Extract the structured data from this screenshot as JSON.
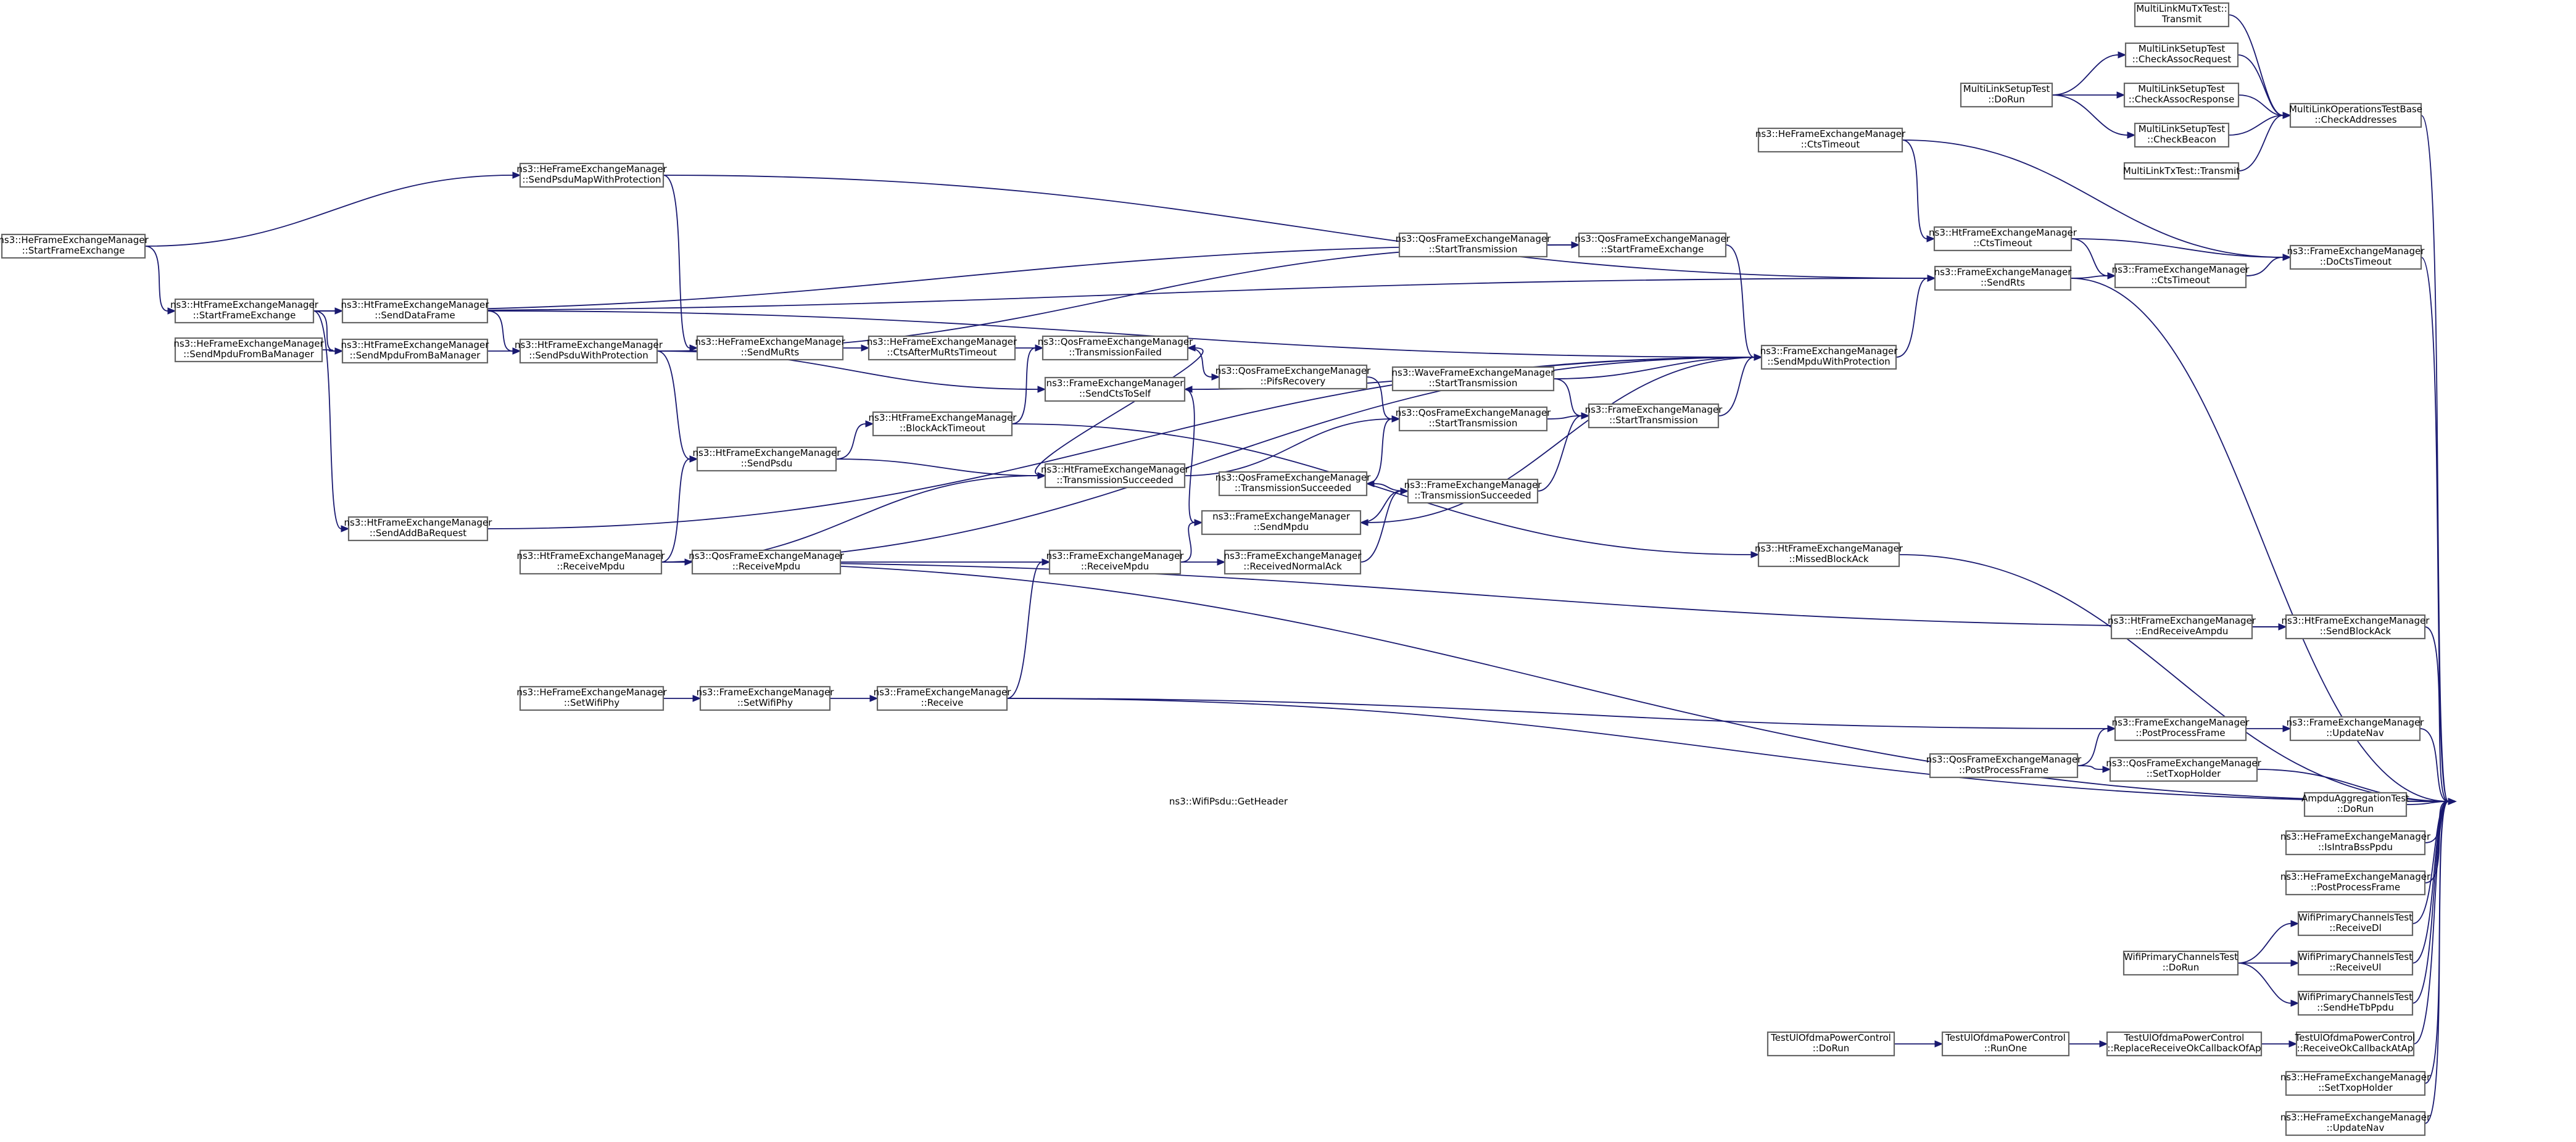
{
  "graph": {
    "root": "ns3::WifiPsdu::GetHeader",
    "nodes": [
      {
        "id": "root",
        "lines": [
          "ns3::WifiPsdu::GetHeader"
        ]
      },
      {
        "id": "mlmu_transmit",
        "lines": [
          "MultiLinkMuTxTest::",
          "Transmit"
        ]
      },
      {
        "id": "mlsetup_assocreq",
        "lines": [
          "MultiLinkSetupTest",
          "::CheckAssocRequest"
        ]
      },
      {
        "id": "mlsetup_dorun",
        "lines": [
          "MultiLinkSetupTest",
          "::DoRun"
        ]
      },
      {
        "id": "mlsetup_assocresp",
        "lines": [
          "MultiLinkSetupTest",
          "::CheckAssocResponse"
        ]
      },
      {
        "id": "mlsetup_beacon",
        "lines": [
          "MultiLinkSetupTest",
          "::CheckBeacon"
        ]
      },
      {
        "id": "mltx_transmit",
        "lines": [
          "MultiLinkTxTest::Transmit"
        ]
      },
      {
        "id": "mlops_checkaddr",
        "lines": [
          "MultiLinkOperationsTestBase",
          "::CheckAddresses"
        ]
      },
      {
        "id": "he_ctstimeout",
        "lines": [
          "ns3::HeFrameExchangeManager",
          "::CtsTimeout"
        ]
      },
      {
        "id": "ht_ctstimeout",
        "lines": [
          "ns3::HtFrameExchangeManager",
          "::CtsTimeout"
        ]
      },
      {
        "id": "fem_ctstimeout",
        "lines": [
          "ns3::FrameExchangeManager",
          "::CtsTimeout"
        ]
      },
      {
        "id": "fem_doctstimeout",
        "lines": [
          "ns3::FrameExchangeManager",
          "::DoCtsTimeout"
        ]
      },
      {
        "id": "he_sendpsdumap",
        "lines": [
          "ns3::HeFrameExchangeManager",
          "::SendPsduMapWithProtection"
        ]
      },
      {
        "id": "he_startfe",
        "lines": [
          "ns3::HeFrameExchangeManager",
          "::StartFrameExchange"
        ]
      },
      {
        "id": "ht_startfe",
        "lines": [
          "ns3::HtFrameExchangeManager",
          "::StartFrameExchange"
        ]
      },
      {
        "id": "qos_starttx_a",
        "lines": [
          "ns3::QosFrameExchangeManager",
          "::StartTransmission"
        ]
      },
      {
        "id": "qos_startfe",
        "lines": [
          "ns3::QosFrameExchangeManager",
          "::StartFrameExchange"
        ]
      },
      {
        "id": "fem_sendrts",
        "lines": [
          "ns3::FrameExchangeManager",
          "::SendRts"
        ]
      },
      {
        "id": "ht_senddataframe",
        "lines": [
          "ns3::HtFrameExchangeManager",
          "::SendDataFrame"
        ]
      },
      {
        "id": "he_sendmpdufromba",
        "lines": [
          "ns3::HeFrameExchangeManager",
          "::SendMpduFromBaManager"
        ]
      },
      {
        "id": "ht_sendmpdufromba",
        "lines": [
          "ns3::HtFrameExchangeManager",
          "::SendMpduFromBaManager"
        ]
      },
      {
        "id": "ht_sendpsduwithprot",
        "lines": [
          "ns3::HtFrameExchangeManager",
          "::SendPsduWithProtection"
        ]
      },
      {
        "id": "he_sendmurts",
        "lines": [
          "ns3::HeFrameExchangeManager",
          "::SendMuRts"
        ]
      },
      {
        "id": "he_ctsaftermurts",
        "lines": [
          "ns3::HeFrameExchangeManager",
          "::CtsAfterMuRtsTimeout"
        ]
      },
      {
        "id": "qos_txfailed",
        "lines": [
          "ns3::QosFrameExchangeManager",
          "::TransmissionFailed"
        ]
      },
      {
        "id": "fem_sendmpduwithprot",
        "lines": [
          "ns3::FrameExchangeManager",
          "::SendMpduWithProtection"
        ]
      },
      {
        "id": "qos_pifsrecovery",
        "lines": [
          "ns3::QosFrameExchangeManager",
          "::PifsRecovery"
        ]
      },
      {
        "id": "fem_sendctstoself",
        "lines": [
          "ns3::FrameExchangeManager",
          "::SendCtsToSelf"
        ]
      },
      {
        "id": "wave_starttx",
        "lines": [
          "ns3::WaveFrameExchangeManager",
          "::StartTransmission"
        ]
      },
      {
        "id": "ht_blockacktimeout",
        "lines": [
          "ns3::HtFrameExchangeManager",
          "::BlockAckTimeout"
        ]
      },
      {
        "id": "qos_starttx_b",
        "lines": [
          "ns3::QosFrameExchangeManager",
          "::StartTransmission"
        ]
      },
      {
        "id": "fem_starttx",
        "lines": [
          "ns3::FrameExchangeManager",
          "::StartTransmission"
        ]
      },
      {
        "id": "ht_sendpsdu",
        "lines": [
          "ns3::HtFrameExchangeManager",
          "::SendPsdu"
        ]
      },
      {
        "id": "ht_txsucceeded",
        "lines": [
          "ns3::HtFrameExchangeManager",
          "::TransmissionSucceeded"
        ]
      },
      {
        "id": "qos_txsucceeded",
        "lines": [
          "ns3::QosFrameExchangeManager",
          "::TransmissionSucceeded"
        ]
      },
      {
        "id": "fem_txsucceeded",
        "lines": [
          "ns3::FrameExchangeManager",
          "::TransmissionSucceeded"
        ]
      },
      {
        "id": "ht_sendaddba",
        "lines": [
          "ns3::HtFrameExchangeManager",
          "::SendAddBaRequest"
        ]
      },
      {
        "id": "fem_sendmpdu",
        "lines": [
          "ns3::FrameExchangeManager",
          "::SendMpdu"
        ]
      },
      {
        "id": "ht_missedblockack",
        "lines": [
          "ns3::HtFrameExchangeManager",
          "::MissedBlockAck"
        ]
      },
      {
        "id": "ht_receivempdu",
        "lines": [
          "ns3::HtFrameExchangeManager",
          "::ReceiveMpdu"
        ]
      },
      {
        "id": "qos_receivempdu",
        "lines": [
          "ns3::QosFrameExchangeManager",
          "::ReceiveMpdu"
        ]
      },
      {
        "id": "fem_receivempdu",
        "lines": [
          "ns3::FrameExchangeManager",
          "::ReceiveMpdu"
        ]
      },
      {
        "id": "fem_receivednormalack",
        "lines": [
          "ns3::FrameExchangeManager",
          "::ReceivedNormalAck"
        ]
      },
      {
        "id": "ht_endreceiveampdu",
        "lines": [
          "ns3::HtFrameExchangeManager",
          "::EndReceiveAmpdu"
        ]
      },
      {
        "id": "ht_sendblockack",
        "lines": [
          "ns3::HtFrameExchangeManager",
          "::SendBlockAck"
        ]
      },
      {
        "id": "he_setwifiphy",
        "lines": [
          "ns3::HeFrameExchangeManager",
          "::SetWifiPhy"
        ]
      },
      {
        "id": "fem_setwifiphy",
        "lines": [
          "ns3::FrameExchangeManager",
          "::SetWifiPhy"
        ]
      },
      {
        "id": "fem_receive",
        "lines": [
          "ns3::FrameExchangeManager",
          "::Receive"
        ]
      },
      {
        "id": "fem_postprocessframe",
        "lines": [
          "ns3::FrameExchangeManager",
          "::PostProcessFrame"
        ]
      },
      {
        "id": "fem_updatenav",
        "lines": [
          "ns3::FrameExchangeManager",
          "::UpdateNav"
        ]
      },
      {
        "id": "qos_postprocessframe",
        "lines": [
          "ns3::QosFrameExchangeManager",
          "::PostProcessFrame"
        ]
      },
      {
        "id": "qos_settxopholder",
        "lines": [
          "ns3::QosFrameExchangeManager",
          "::SetTxopHolder"
        ]
      },
      {
        "id": "ampdu_dorun",
        "lines": [
          "AmpduAggregationTest",
          "::DoRun"
        ]
      },
      {
        "id": "he_isintrabss",
        "lines": [
          "ns3::HeFrameExchangeManager",
          "::IsIntraBssPpdu"
        ]
      },
      {
        "id": "he_postprocessframe",
        "lines": [
          "ns3::HeFrameExchangeManager",
          "::PostProcessFrame"
        ]
      },
      {
        "id": "wpc_receivedl",
        "lines": [
          "WifiPrimaryChannelsTest",
          "::ReceiveDl"
        ]
      },
      {
        "id": "wpc_dorun",
        "lines": [
          "WifiPrimaryChannelsTest",
          "::DoRun"
        ]
      },
      {
        "id": "wpc_receiveul",
        "lines": [
          "WifiPrimaryChannelsTest",
          "::ReceiveUl"
        ]
      },
      {
        "id": "wpc_sendhetbppdu",
        "lines": [
          "WifiPrimaryChannelsTest",
          "::SendHeTbPpdu"
        ]
      },
      {
        "id": "tul_dorun",
        "lines": [
          "TestUlOfdmaPowerControl",
          "::DoRun"
        ]
      },
      {
        "id": "tul_runone",
        "lines": [
          "TestUlOfdmaPowerControl",
          "::RunOne"
        ]
      },
      {
        "id": "tul_replacecb",
        "lines": [
          "TestUlOfdmaPowerControl",
          "::ReplaceReceiveOkCallbackOfAp"
        ]
      },
      {
        "id": "tul_receiveokcb",
        "lines": [
          "TestUlOfdmaPowerControl",
          "::ReceiveOkCallbackAtAp"
        ]
      },
      {
        "id": "he_settxopholder",
        "lines": [
          "ns3::HeFrameExchangeManager",
          "::SetTxopHolder"
        ]
      },
      {
        "id": "he_updatenav",
        "lines": [
          "ns3::HeFrameExchangeManager",
          "::UpdateNav"
        ]
      }
    ],
    "colors": {
      "edge": "#191970",
      "node_border": "#666666",
      "root_fill": "#bfbfbf",
      "node_fill": "#ffffff"
    }
  }
}
